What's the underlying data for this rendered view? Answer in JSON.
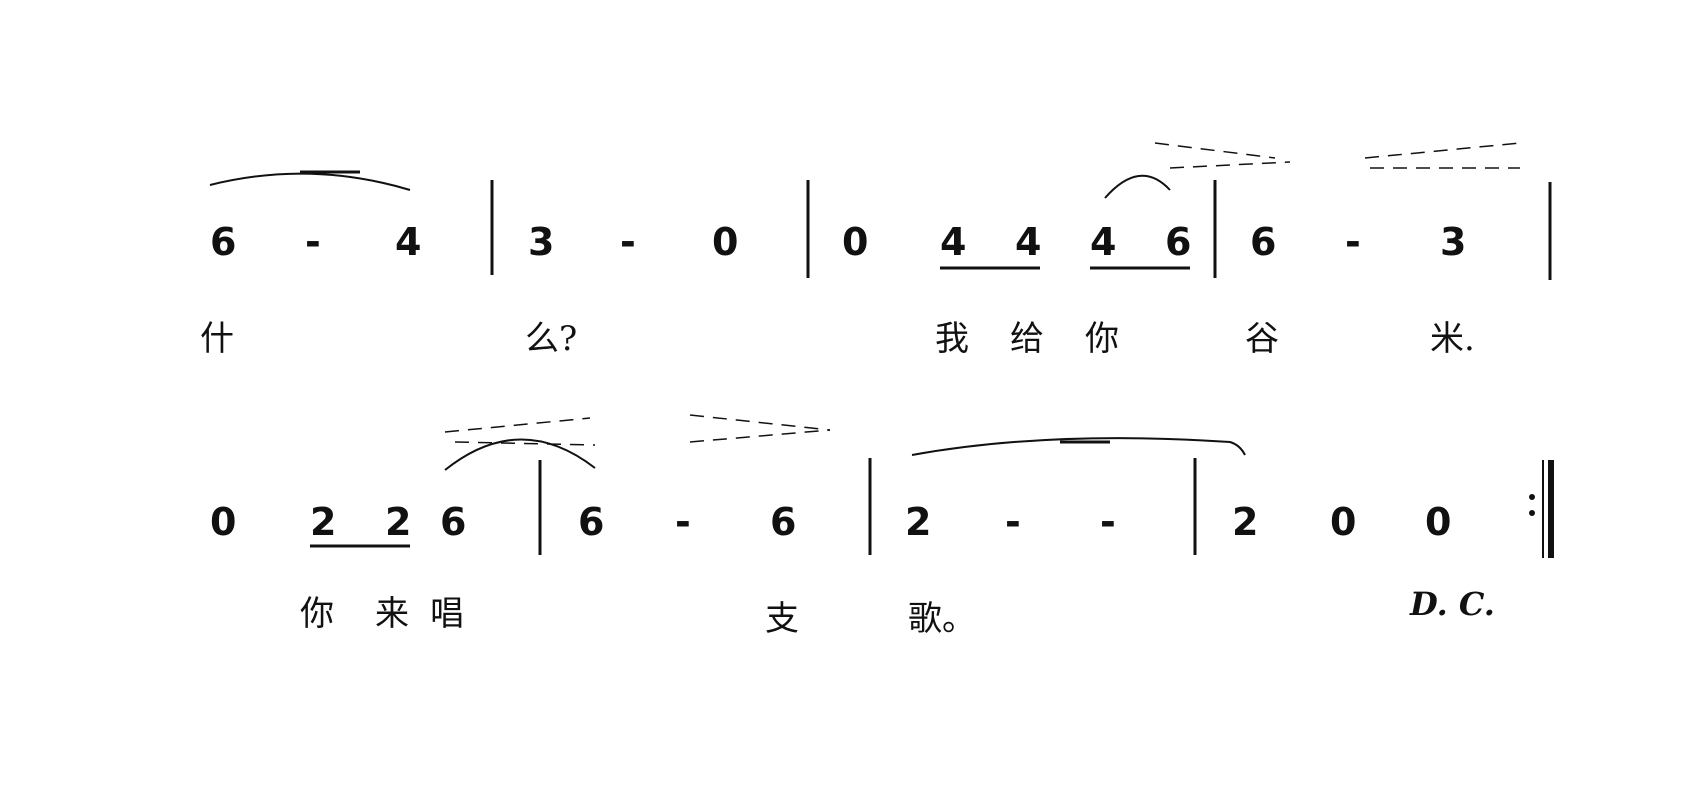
{
  "score": {
    "line1": {
      "notes": [
        "6",
        "-",
        "4",
        "3",
        "-",
        "0",
        "0",
        "4",
        "4",
        "4",
        "6",
        "6",
        "-",
        "3"
      ],
      "lyrics": [
        "什",
        "么?",
        "我",
        "给",
        "你",
        "谷",
        "米."
      ]
    },
    "line2": {
      "notes": [
        "0",
        "2",
        "2",
        "6",
        "6",
        "-",
        "6",
        "2",
        "-",
        "-",
        "2",
        "0",
        "0"
      ],
      "lyrics": [
        "你",
        "来",
        "唱",
        "支",
        "歌。"
      ],
      "marking": "D. C."
    }
  },
  "colors": {
    "ink": "#111111",
    "paper": "#ffffff"
  }
}
